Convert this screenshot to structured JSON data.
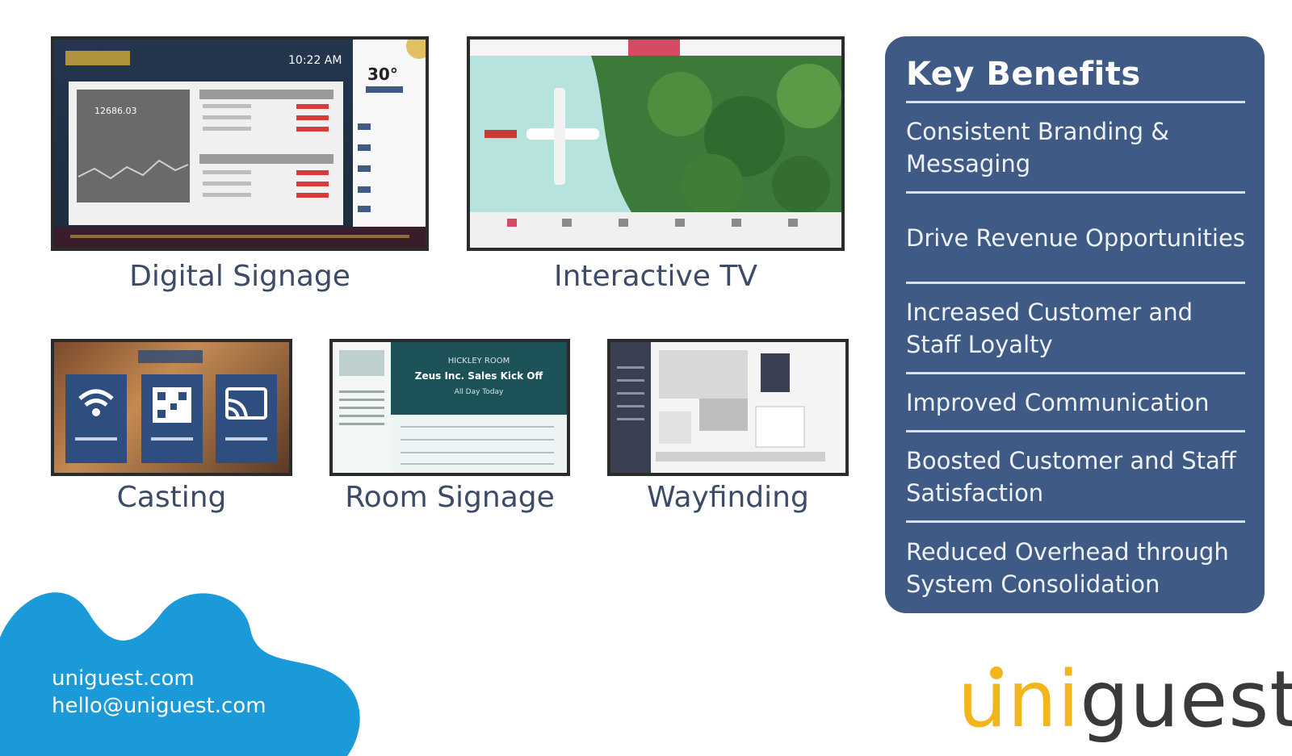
{
  "tiles": {
    "digital_signage": {
      "caption": "Digital Signage",
      "screen": {
        "time": "10:22 AM",
        "temp": "30°",
        "value": "12686.03"
      }
    },
    "interactive_tv": {
      "caption": "Interactive TV"
    },
    "casting": {
      "caption": "Casting"
    },
    "room_signage": {
      "caption": "Room Signage",
      "screen": {
        "room": "HICKLEY ROOM",
        "event": "Zeus Inc. Sales Kick Off",
        "when": "All Day Today"
      }
    },
    "wayfinding": {
      "caption": "Wayfinding"
    }
  },
  "benefits": {
    "title": "Key Benefits",
    "items": [
      "Consistent Branding & Messaging",
      "Drive Revenue Opportunities",
      "Increased Customer and Staff Loyalty",
      "Improved Communication",
      "Boosted Customer and Staff Satisfaction",
      "Reduced Overhead through System Consolidation"
    ]
  },
  "contact": {
    "website": "uniguest.com",
    "email": "hello@uniguest.com"
  },
  "brand": {
    "logo_uni": "uni",
    "logo_guest": "guest",
    "accent": "#f2b51c",
    "panel": "#3f5a85",
    "wave": "#1a9ad8"
  }
}
